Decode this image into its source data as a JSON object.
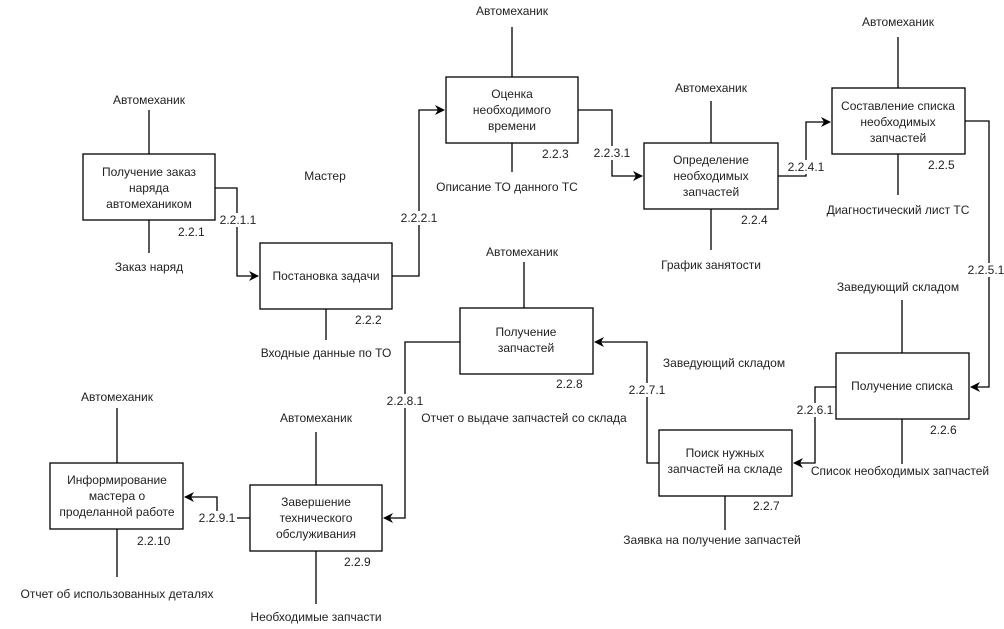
{
  "floating_labels": {
    "master": "Мастер",
    "warehouse_head": "Заведующий складом"
  },
  "blocks": [
    {
      "id": "2.2.1",
      "lines": [
        "Получение заказ",
        "наряда",
        "автомехаником"
      ],
      "control": "Автомеханик",
      "bottom": "Заказ наряд"
    },
    {
      "id": "2.2.2",
      "lines": [
        "Постановка задачи"
      ],
      "bottom": "Входные данные по ТО"
    },
    {
      "id": "2.2.3",
      "lines": [
        "Оценка",
        "необходимого",
        "времени"
      ],
      "control": "Автомеханик",
      "bottom": "Описание ТО данного ТС"
    },
    {
      "id": "2.2.4",
      "lines": [
        "Определение",
        "необходимых",
        "запчастей"
      ],
      "control": "Автомеханик",
      "bottom": "График занятости"
    },
    {
      "id": "2.2.5",
      "lines": [
        "Составление списка",
        "необходимых",
        "запчастей"
      ],
      "control": "Автомеханик",
      "bottom": "Диагностический лист ТС"
    },
    {
      "id": "2.2.6",
      "lines": [
        "Получение списка"
      ],
      "control": "Заведующий складом",
      "bottom": "Список необходимых запчастей"
    },
    {
      "id": "2.2.7",
      "lines": [
        "Поиск нужных",
        "запчастей на складе"
      ],
      "bottom": "Заявка на получение запчастей"
    },
    {
      "id": "2.2.8",
      "lines": [
        "Получение",
        "запчастей"
      ],
      "control": "Автомеханик",
      "bottom": "Отчет о выдаче запчастей со склада"
    },
    {
      "id": "2.2.9",
      "lines": [
        "Завершение",
        "технического",
        "обслуживания"
      ],
      "control": "Автомеханик",
      "bottom": "Необходимые запчасти"
    },
    {
      "id": "2.2.10",
      "lines": [
        "Информирование",
        "мастера о",
        "проделанной работе"
      ],
      "control": "Автомеханик",
      "bottom": "Отчет об использованных деталях"
    }
  ],
  "arrows": [
    "2.2.1.1",
    "2.2.2.1",
    "2.2.3.1",
    "2.2.4.1",
    "2.2.5.1",
    "2.2.6.1",
    "2.2.7.1",
    "2.2.8.1",
    "2.2.9.1"
  ]
}
